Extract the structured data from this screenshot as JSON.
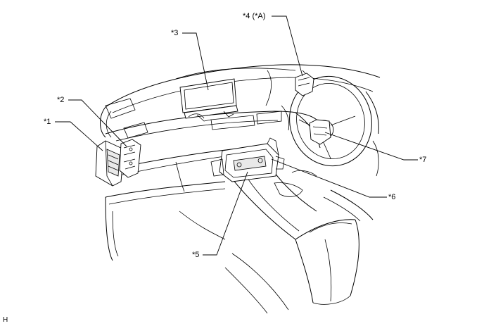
{
  "callouts": {
    "c1": "*1",
    "c2": "*2",
    "c3": "*3",
    "c4": "*4 (*A)",
    "c5": "*5",
    "c6": "*6",
    "c7": "*7"
  },
  "corner_mark": "H"
}
